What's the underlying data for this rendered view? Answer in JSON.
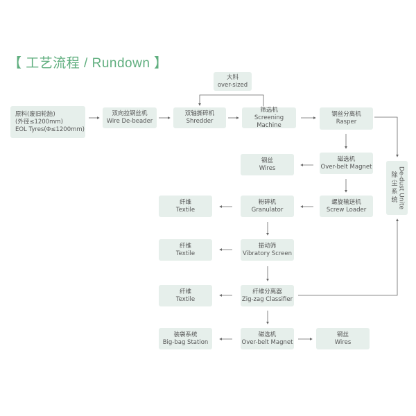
{
  "title": "【 工艺流程 / Rundown 】",
  "nodes": {
    "raw": {
      "zh": "原料(废旧轮胎)",
      "zh2": "(外径≤1200mm)",
      "en": "EOL Tyres(Φ≤1200mm)"
    },
    "debeader": {
      "zh": "双向拉钢丝机",
      "en": "Wire De-beader"
    },
    "shredder": {
      "zh": "双轴撕碎机",
      "en": "Shredder"
    },
    "screening": {
      "zh": "筛选机",
      "en": "Screening Machine"
    },
    "oversized": {
      "zh": "大料",
      "en": "over-sized"
    },
    "rasper": {
      "zh": "钢丝分离机",
      "en": "Rasper"
    },
    "magnet1": {
      "zh": "磁选机",
      "en": "Over-belt Magnet"
    },
    "wires1": {
      "zh": "钢丝",
      "en": "Wires"
    },
    "screw": {
      "zh": "螺旋输送机",
      "en": "Screw Loader"
    },
    "granulator": {
      "zh": "粉碎机",
      "en": "Granulator"
    },
    "textile1": {
      "zh": "纤维",
      "en": "Textile"
    },
    "vibratory": {
      "zh": "振动筛",
      "en": "Vibratory Screen"
    },
    "textile2": {
      "zh": "纤维",
      "en": "Textile"
    },
    "zigzag": {
      "zh": "纤维分离器",
      "en": "Zig-zag Classifier"
    },
    "textile3": {
      "zh": "纤维",
      "en": "Textile"
    },
    "magnet2": {
      "zh": "磁选机",
      "en": "Over-belt Magnet"
    },
    "bigbag": {
      "zh": "装袋系统",
      "en": "Big-bag Station"
    },
    "wires2": {
      "zh": "钢丝",
      "en": "Wires"
    },
    "dedust": {
      "zh": "除尘系统",
      "en": "De-dust Unite"
    }
  },
  "colors": {
    "title": "#5fae7e",
    "box": "#e6efeb",
    "line": "#666666"
  }
}
